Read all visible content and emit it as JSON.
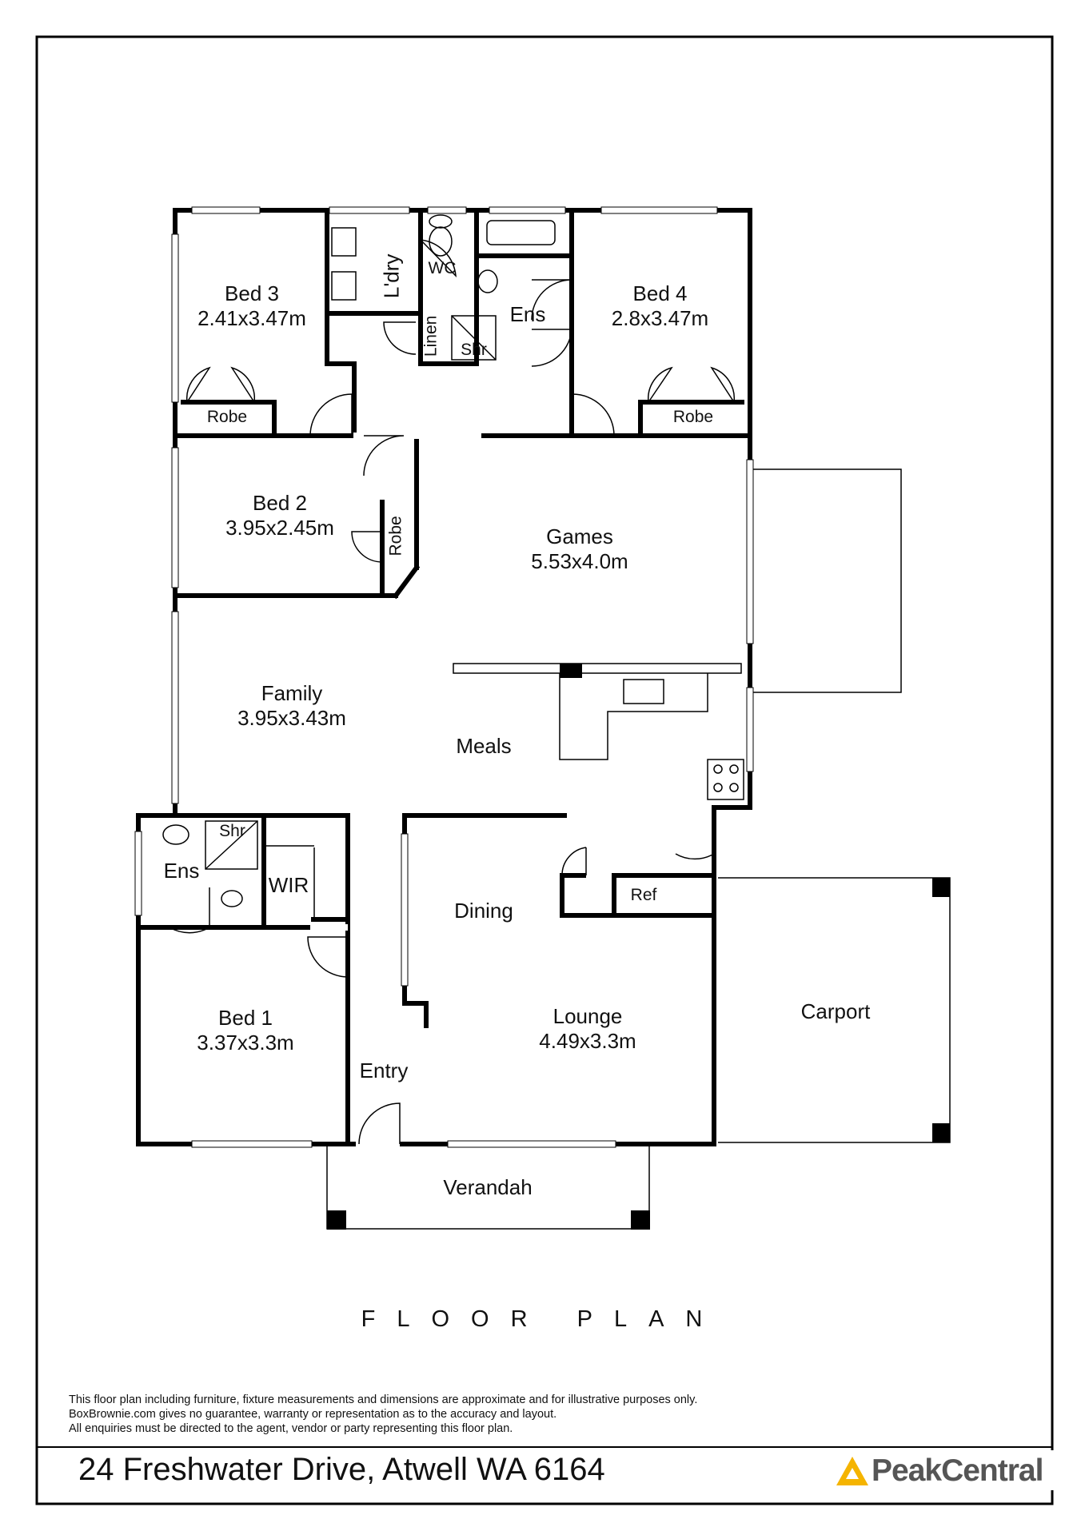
{
  "rooms": {
    "bed3": {
      "name": "Bed 3",
      "dims": "2.41x3.47m"
    },
    "laundry": {
      "name": "L'dry"
    },
    "wc": {
      "name": "WC"
    },
    "linen": {
      "name": "Linen"
    },
    "shr_top": {
      "name": "Shr"
    },
    "ens_top": {
      "name": "Ens"
    },
    "bed4": {
      "name": "Bed 4",
      "dims": "2.8x3.47m"
    },
    "robe_left": {
      "name": "Robe"
    },
    "robe_right": {
      "name": "Robe"
    },
    "bed2": {
      "name": "Bed 2",
      "dims": "3.95x2.45m"
    },
    "robe_bed2": {
      "name": "Robe"
    },
    "games": {
      "name": "Games",
      "dims": "5.53x4.0m"
    },
    "family": {
      "name": "Family",
      "dims": "3.95x3.43m"
    },
    "meals": {
      "name": "Meals"
    },
    "shr_bottom": {
      "name": "Shr"
    },
    "ens_bottom": {
      "name": "Ens"
    },
    "wir": {
      "name": "WIR"
    },
    "dining": {
      "name": "Dining"
    },
    "ref": {
      "name": "Ref"
    },
    "carport": {
      "name": "Carport"
    },
    "bed1": {
      "name": "Bed 1",
      "dims": "3.37x3.3m"
    },
    "lounge": {
      "name": "Lounge",
      "dims": "4.49x3.3m"
    },
    "entry": {
      "name": "Entry"
    },
    "verandah": {
      "name": "Verandah"
    }
  },
  "title": "FLOOR PLAN",
  "disclaimer": [
    "This floor plan including furniture, fixture measurements and dimensions are approximate and for illustrative purposes only.",
    "BoxBrownie.com gives no guarantee, warranty or representation as to the accuracy and layout.",
    "All enquiries must be directed to the agent, vendor or party representing this floor plan."
  ],
  "address": "24 Freshwater Drive, Atwell WA 6164",
  "brand": {
    "name": "PeakCentral",
    "color": "#f5b400"
  }
}
